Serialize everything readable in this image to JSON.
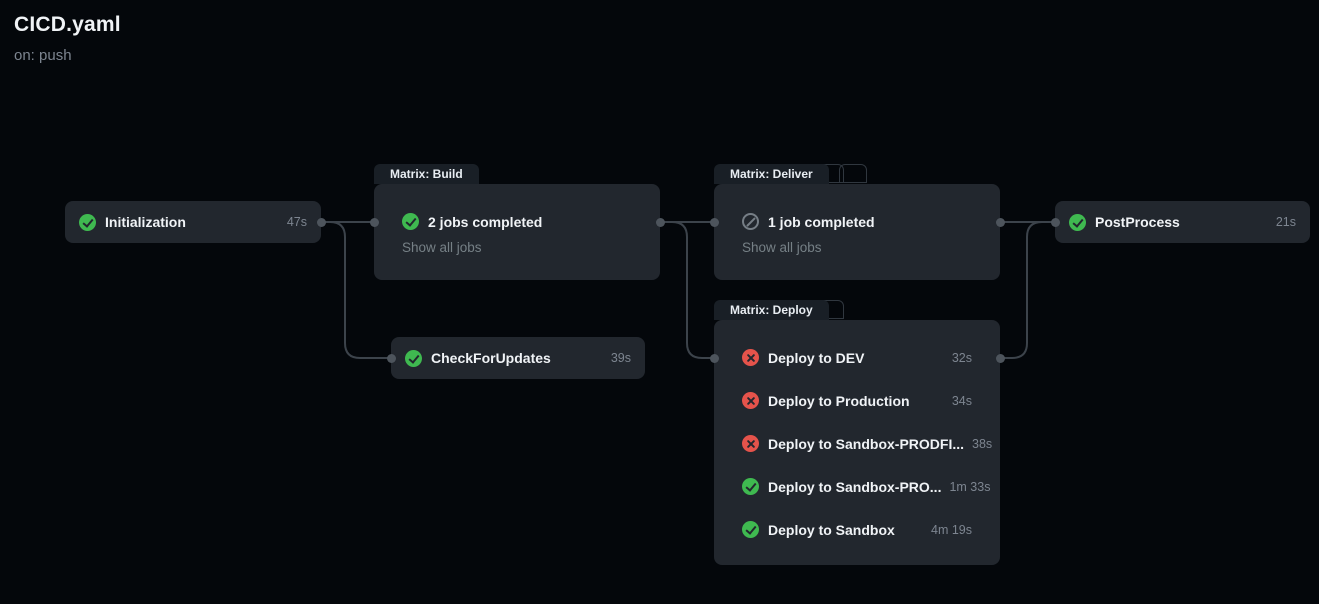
{
  "header": {
    "title": "CICD.yaml",
    "trigger": "on: push"
  },
  "colors": {
    "background": "#04070b",
    "card": "#22272e",
    "tab": "#191f26",
    "success_green": "#3fb950",
    "failure_red": "#e5534b",
    "skipped_gray": "#767e86",
    "text_primary": "#f0f3f6",
    "text_secondary": "#7d8590",
    "edge": "#3c434b",
    "connector_dot": "#4d545c"
  },
  "nodes": {
    "initialization": {
      "label": "Initialization",
      "duration": "47s",
      "status": "success"
    },
    "build": {
      "tab": "Matrix: Build",
      "summary": "2 jobs completed",
      "status": "success",
      "link": "Show all jobs"
    },
    "check_for_updates": {
      "label": "CheckForUpdates",
      "duration": "39s",
      "status": "success"
    },
    "deliver": {
      "tab": "Matrix: Deliver",
      "summary": "1 job completed",
      "status": "skipped",
      "link": "Show all jobs"
    },
    "deploy": {
      "tab": "Matrix: Deploy",
      "jobs": [
        {
          "label": "Deploy to DEV",
          "duration": "32s",
          "status": "failure"
        },
        {
          "label": "Deploy to Production",
          "duration": "34s",
          "status": "failure"
        },
        {
          "label": "Deploy to Sandbox-PRODFI...",
          "duration": "38s",
          "status": "failure"
        },
        {
          "label": "Deploy to Sandbox-PRO...",
          "duration": "1m 33s",
          "status": "success"
        },
        {
          "label": "Deploy to Sandbox",
          "duration": "4m 19s",
          "status": "success"
        }
      ]
    },
    "postprocess": {
      "label": "PostProcess",
      "duration": "21s",
      "status": "success"
    }
  }
}
